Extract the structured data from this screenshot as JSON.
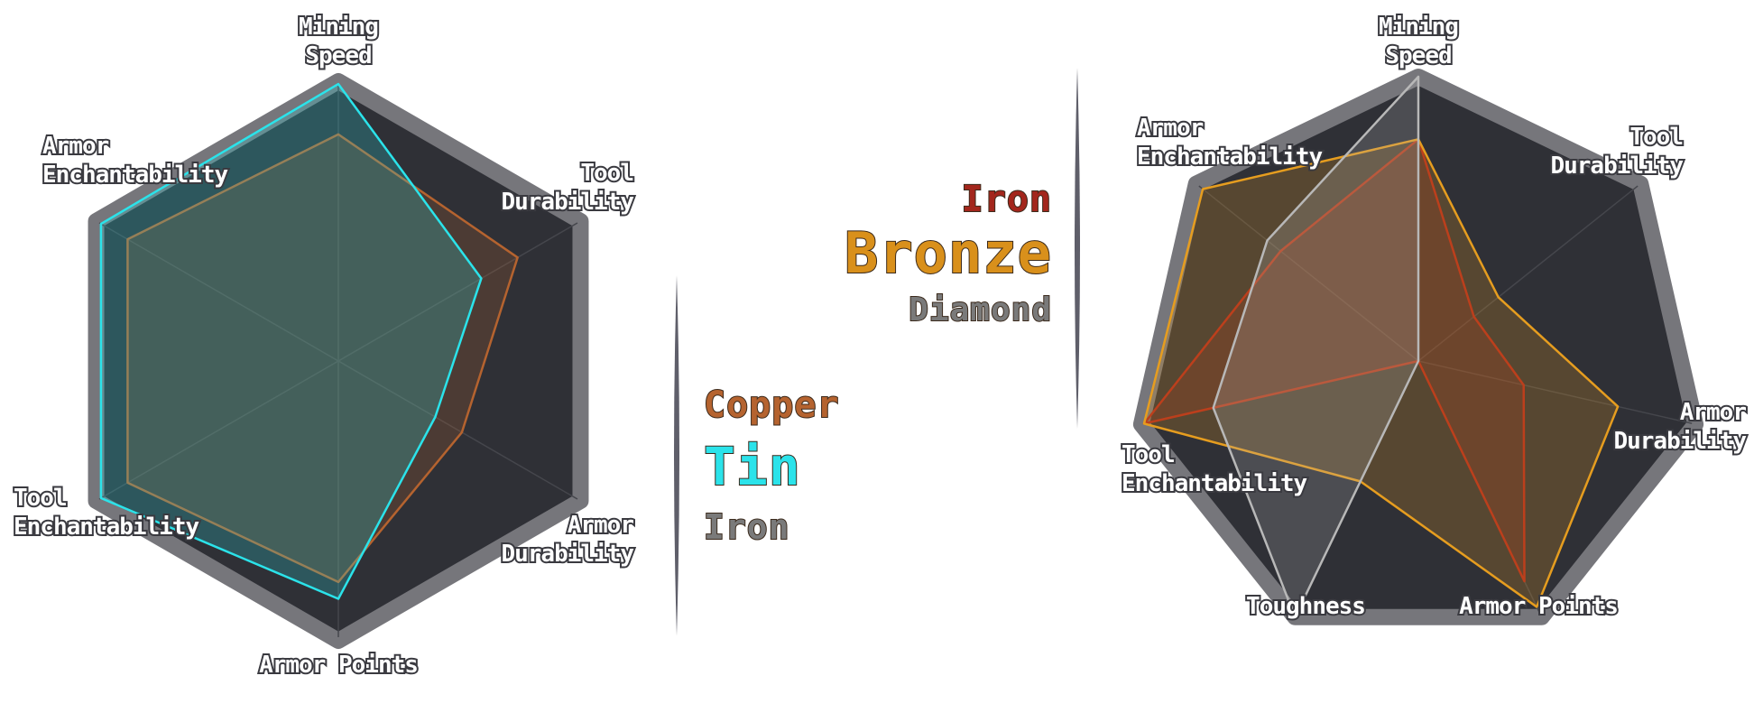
{
  "chart_data": [
    {
      "type": "radar",
      "axes": [
        "Mining Speed",
        "Tool Durability",
        "Armor Durability",
        "Armor Points",
        "Tool Enchantability",
        "Armor Enchantability"
      ],
      "range": [
        0,
        1
      ],
      "grid": true,
      "legend_position": "right",
      "series": [
        {
          "name": "Copper",
          "color": "#b5632f",
          "values": [
            0.81,
            0.74,
            0.51,
            0.79,
            0.87,
            0.87
          ]
        },
        {
          "name": "Tin",
          "color": "#2be3ea",
          "values": [
            0.99,
            0.59,
            0.4,
            0.85,
            0.98,
            0.98
          ]
        },
        {
          "name": "Iron",
          "color": "#9a9a9a",
          "values": [
            null,
            null,
            null,
            null,
            null,
            null
          ]
        }
      ]
    },
    {
      "type": "radar",
      "axes": [
        "Mining Speed",
        "Tool Durability",
        "Armor Durability",
        "Armor Points",
        "Toughness",
        "Tool Enchantability",
        "Armor Enchantability"
      ],
      "range": [
        0,
        1
      ],
      "grid": true,
      "legend_position": "left",
      "series": [
        {
          "name": "Iron",
          "color": "#b0261c",
          "values": [
            0.78,
            0.25,
            0.38,
            0.86,
            0.0,
            0.99,
            0.62
          ]
        },
        {
          "name": "Bronze",
          "color": "#e69d1f",
          "values": [
            0.78,
            0.36,
            0.72,
            0.96,
            0.47,
            0.99,
            0.97
          ]
        },
        {
          "name": "Diamond",
          "color": "#b8b8b8",
          "values": [
            1.0,
            0.0,
            0.0,
            0.0,
            1.0,
            0.74,
            0.68
          ]
        }
      ]
    }
  ],
  "legend": {
    "left": {
      "items": [
        {
          "label": "Copper",
          "color": "#b5632f"
        },
        {
          "label": "Tin",
          "color": "#2be3ea"
        },
        {
          "label": "Iron",
          "color": "#7a7a7a"
        }
      ]
    },
    "right": {
      "items": [
        {
          "label": "Iron",
          "color": "#a3261c"
        },
        {
          "label": "Bronze",
          "color": "#d9901b"
        },
        {
          "label": "Diamond",
          "color": "#7a7a7a"
        }
      ]
    }
  },
  "colors": {
    "panel_fill": "#2f3036",
    "panel_border": "#76767b",
    "grid_line": "#45464c",
    "divider": "#5f5f6a"
  }
}
